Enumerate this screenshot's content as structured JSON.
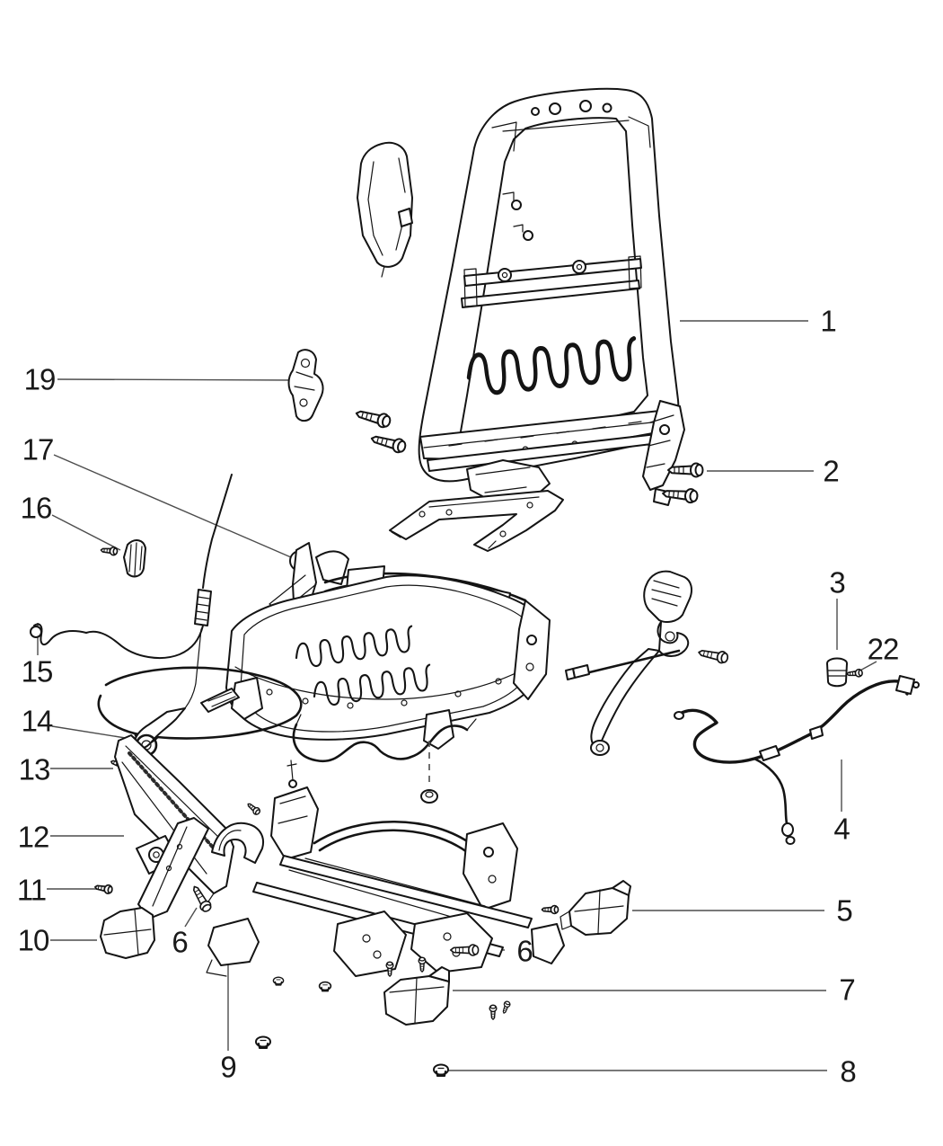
{
  "diagram_type": "exploded-parts-diagram",
  "subject": "front seat frame, back frame, adjuster and shields",
  "colors": {
    "background": "#ffffff",
    "line": "#141414",
    "leader": "#4d4d4d",
    "label": "#1a1a1a"
  },
  "callouts": {
    "c1": {
      "label": "1"
    },
    "c2": {
      "label": "2"
    },
    "c3": {
      "label": "3"
    },
    "c4": {
      "label": "4"
    },
    "c5": {
      "label": "5"
    },
    "c6_left": {
      "label": "6"
    },
    "c6_right": {
      "label": "6"
    },
    "c7": {
      "label": "7"
    },
    "c8": {
      "label": "8"
    },
    "c9": {
      "label": "9"
    },
    "c10": {
      "label": "10"
    },
    "c11": {
      "label": "11"
    },
    "c12": {
      "label": "12"
    },
    "c13": {
      "label": "13"
    },
    "c14": {
      "label": "14"
    },
    "c15": {
      "label": "15"
    },
    "c16": {
      "label": "16"
    },
    "c17": {
      "label": "17"
    },
    "c19": {
      "label": "19"
    },
    "c22": {
      "label": "22"
    }
  }
}
